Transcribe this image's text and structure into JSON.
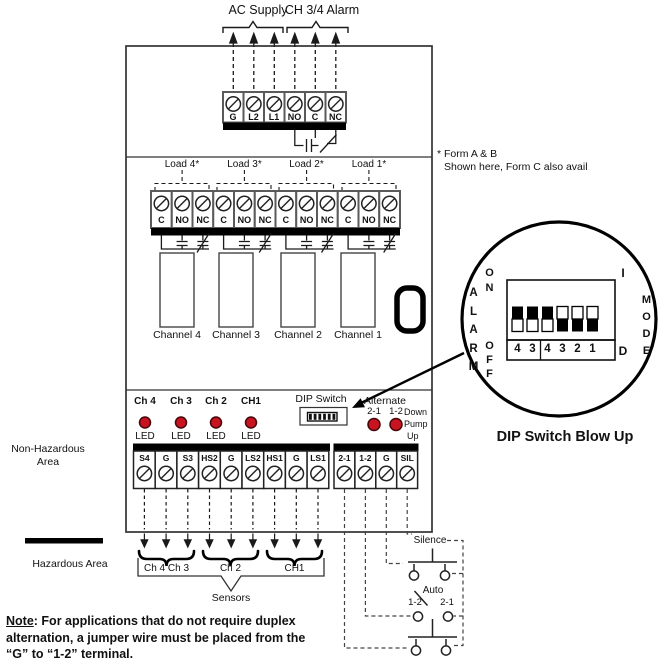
{
  "board": {
    "ac_supply_label": "AC Supply",
    "ch_alarm_label": "CH 3/4 Alarm",
    "power_terminals": [
      "G",
      "L2",
      "L1",
      "NO",
      "C",
      "NC"
    ],
    "load_labels": [
      "Load 4*",
      "Load 3*",
      "Load 2*",
      "Load 1*"
    ],
    "load_terminals": [
      "C",
      "NO",
      "NC",
      "C",
      "NO",
      "NC",
      "C",
      "NO",
      "NC",
      "C",
      "NO",
      "NC"
    ],
    "channel_labels": [
      "Channel 4",
      "Channel 3",
      "Channel 2",
      "Channel 1"
    ],
    "led_channel_labels": [
      "Ch 4",
      "Ch 3",
      "Ch 2",
      "CH1"
    ],
    "led_caption": "LED",
    "dip_switch_label": "DIP Switch",
    "alternate": {
      "label": "Alternate",
      "left": "2-1",
      "right": "1-2",
      "down": "Down",
      "pump": "Pump",
      "up": "Up"
    },
    "sensor_terminals": [
      "S4",
      "G",
      "S3",
      "HS2",
      "G",
      "LS2",
      "HS1",
      "G",
      "LS1"
    ],
    "alt_terminals": [
      "2-1",
      "1-2",
      "G",
      "SIL"
    ]
  },
  "annotations": {
    "form_note_line1": "* Form A & B",
    "form_note_line2": "Shown here, Form C also avail",
    "non_hazardous_line1": "Non-Hazardous",
    "non_hazardous_line2": "Area",
    "hazardous": "Hazardous Area",
    "sensor_group_labels": [
      "Ch 4 Ch 3",
      "Ch 2",
      "CH1"
    ],
    "sensors_caption": "Sensors",
    "note_label": "Note",
    "note_line1": ":  For applications that do not require duplex",
    "note_line2": "alternation, a jumper wire must be placed from the",
    "note_line3": "“G” to “1-2” terminal."
  },
  "switches": {
    "silence_label": "Silence",
    "auto_label": "Auto",
    "pos_1_2": "1-2",
    "pos_2_1": "2-1"
  },
  "blowup": {
    "alarm_vertical": "ALARM",
    "on_vertical": "ON",
    "off_vertical": "OFF",
    "mode_vertical": "MODE",
    "increase_letter": "I",
    "decrease_letter": "D",
    "dip_numbers": [
      "4",
      "3",
      "4",
      "3",
      "2",
      "1"
    ],
    "dip_states": [
      "on",
      "on",
      "on",
      "off",
      "off",
      "off"
    ],
    "caption": "DIP Switch Blow Up"
  },
  "colors": {
    "led_red": "#c81420",
    "line_black": "#1a1a1a"
  }
}
